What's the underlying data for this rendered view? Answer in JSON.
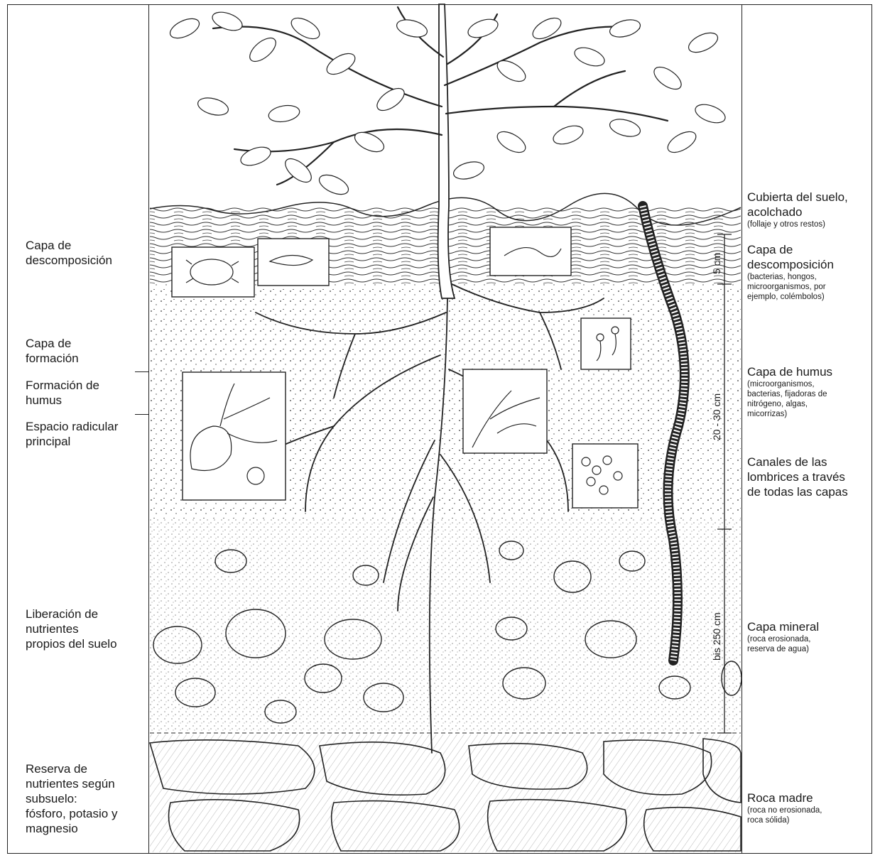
{
  "left_labels": [
    {
      "id": "capa-descomposicion",
      "text": "Capa de\ndescomposición"
    },
    {
      "id": "capa-formacion",
      "text": "Capa de\nformación"
    },
    {
      "id": "formacion-humus",
      "text": "Formación de\nhumus"
    },
    {
      "id": "espacio-radicular",
      "text": "Espacio radicular\nprincipal"
    },
    {
      "id": "liberacion-nutrientes",
      "text": "Liberación de\nnutrientes\npropios del suelo"
    },
    {
      "id": "reserva-nutrientes",
      "text": "Reserva de\nnutrientes según\nsubsuelo:\nfósforo, potasio y\nmagnesio"
    }
  ],
  "right_labels": [
    {
      "id": "cubierta-suelo",
      "title": "Cubierta del suelo,\nacolchado",
      "note": "(follaje y otros restos)"
    },
    {
      "id": "capa-descomposicion-r",
      "title": "Capa de\ndescomposición",
      "note": "(bacterias, hongos,\nmicroorganismos, por\nejemplo, colémbolos)"
    },
    {
      "id": "capa-humus",
      "title": "Capa de humus",
      "note": "(microorganismos,\nbacterias, fijadoras de\nnitrógeno, algas,\nmicorrizas)"
    },
    {
      "id": "canales-lombrices",
      "title": "Canales de las\nlombrices a través\nde todas las capas",
      "note": ""
    },
    {
      "id": "capa-mineral",
      "title": "Capa mineral",
      "note": "(roca erosionada,\nreserva de agua)"
    },
    {
      "id": "roca-madre",
      "title": "Roca madre",
      "note": "(roca no erosionada,\nroca sólida)"
    }
  ],
  "scale_labels": {
    "top": "5 cm",
    "middle": "20 - 30 cm",
    "bottom": "bis 250 cm"
  }
}
